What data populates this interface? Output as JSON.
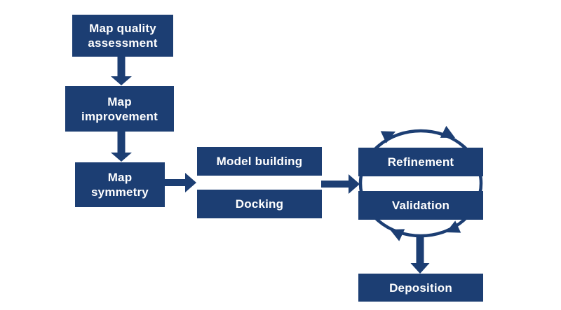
{
  "diagram": {
    "background_color": "#ffffff",
    "node_fill_color": "#1c3e73",
    "node_text_color": "#ffffff",
    "arrow_color": "#1c3e73",
    "nodes": {
      "map_quality_assessment": {
        "lines": [
          "Map quality",
          "assessment"
        ]
      },
      "map_improvement": {
        "lines": [
          "Map",
          "improvement"
        ]
      },
      "map_symmetry": {
        "lines": [
          "Map",
          "symmetry"
        ]
      },
      "model_building": {
        "lines": [
          "Model building"
        ]
      },
      "docking": {
        "lines": [
          "Docking"
        ]
      },
      "refinement": {
        "lines": [
          "Refinement"
        ]
      },
      "validation": {
        "lines": [
          "Validation"
        ]
      },
      "deposition": {
        "lines": [
          "Deposition"
        ]
      }
    },
    "edges": [
      {
        "from": "map_quality_assessment",
        "to": "map_improvement",
        "type": "arrow-down"
      },
      {
        "from": "map_improvement",
        "to": "map_symmetry",
        "type": "arrow-down"
      },
      {
        "from": "map_symmetry",
        "to": "model_building_and_docking",
        "type": "arrow-right"
      },
      {
        "from": "model_building_and_docking",
        "to": "refinement_and_validation",
        "type": "arrow-right"
      },
      {
        "from": "refinement",
        "to": "validation",
        "type": "clockwise-cycle"
      },
      {
        "from": "refinement_and_validation",
        "to": "deposition",
        "type": "arrow-down"
      }
    ]
  }
}
